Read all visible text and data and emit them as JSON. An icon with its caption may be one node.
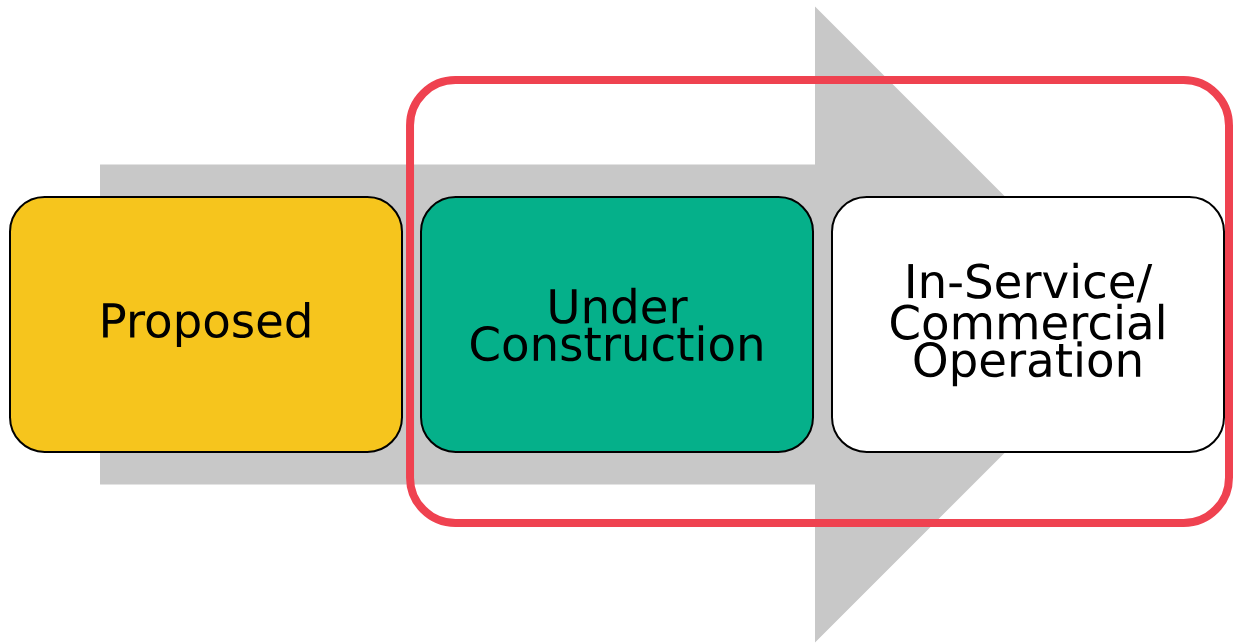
{
  "diagram": {
    "nodes": [
      {
        "text": [],
        "shape": "box"
      },
      {
        "text": [
          "Proposed"
        ]
      },
      {
        "text": [
          "Under Construction"
        ],
        "in": 0
      },
      {
        "text": [
          "In-Service/ Commercial Operation"
        ],
        "in": 0
      }
    ],
    "edges": [
      {
        "from": 1,
        "to": 3,
        "arrow": "to"
      }
    ]
  }
}
